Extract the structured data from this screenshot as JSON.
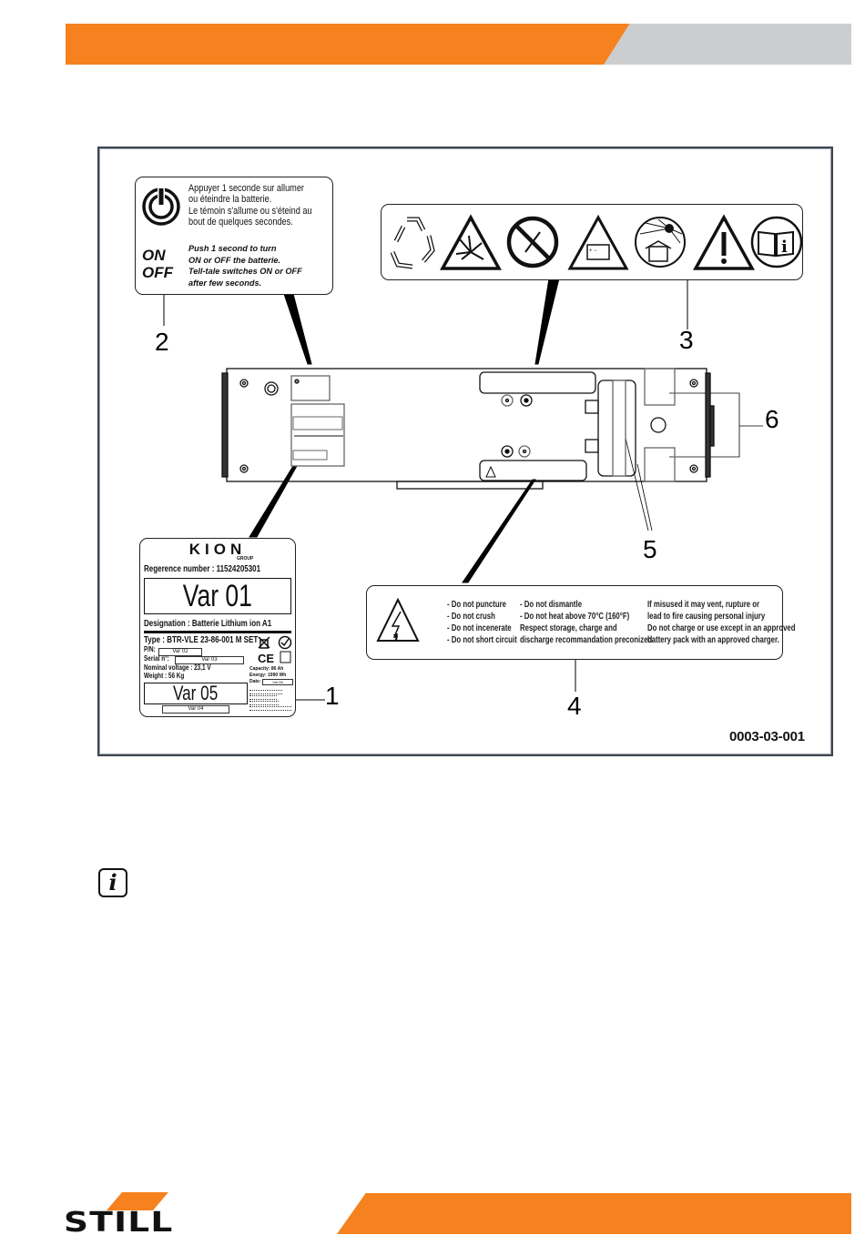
{
  "header": {
    "brand_color": "#f5821f",
    "secondary_color": "#cccdcf"
  },
  "figure": {
    "figure_id": "0003-03-001",
    "callouts": [
      "1",
      "2",
      "3",
      "4",
      "5",
      "6"
    ],
    "label_2": {
      "icon": "power-icon",
      "onoff": [
        "ON",
        "OFF"
      ],
      "french_lines": [
        "Appuyer 1 seconde sur allumer",
        "ou éteindre la batterie.",
        "Le témoin s'allume ou s'éteind au",
        "bout de quelques secondes."
      ],
      "english_lines": [
        "Push 1 second to turn",
        "ON or OFF the batterie.",
        "Tell-tale switches ON or OFF",
        "after few seconds."
      ]
    },
    "label_3": {
      "icons": [
        "recycle-icon",
        "explosion-warning-icon",
        "no-fire-icon",
        "battery-warning-icon",
        "sun-house-icon",
        "general-warning-icon",
        "read-manual-icon"
      ]
    },
    "label_1": {
      "brand": "KION",
      "brand_sub": "GROUP",
      "reference": "Regerence number : 11524205301",
      "var01": "Var 01",
      "designation": "Designation : Batterie Lithium ion A1",
      "type": "Type : BTR-VLE 23-86-001  M SET",
      "pn_label": "P/N:",
      "pn_value": "Var 02",
      "serial_label": "Serial n°:",
      "serial_value": "Var 03",
      "nominal_voltage": "Nominal voltage : 23,1 V",
      "weight": "Weight : 56 Kg",
      "capacity": "Capacity: 86 Ah",
      "energy": "Energy: 1990 Wh",
      "date_label": "Date:",
      "date_value": "Var 06",
      "var05": "Var 05",
      "var04": "Var 04",
      "ce_mark": "CE"
    },
    "label_4": {
      "icon": "high-voltage-warning-icon",
      "col1": [
        "- Do not puncture",
        "- Do not crush",
        "- Do not incenerate",
        "- Do not short circuit"
      ],
      "col2": [
        "- Do not dismantle",
        "- Do not heat above 70°C (160°F)",
        "Respect storage, charge and",
        "discharge recommandation preconized"
      ],
      "col3": [
        "If misused it may vent, rupture or",
        "lead to fire causing personal injury",
        "Do not charge or use except in an approved",
        "battery pack with an approved charger."
      ]
    }
  },
  "note": {
    "icon": "info-icon",
    "glyph": "i"
  },
  "footer": {
    "logo_text": "STILL"
  }
}
